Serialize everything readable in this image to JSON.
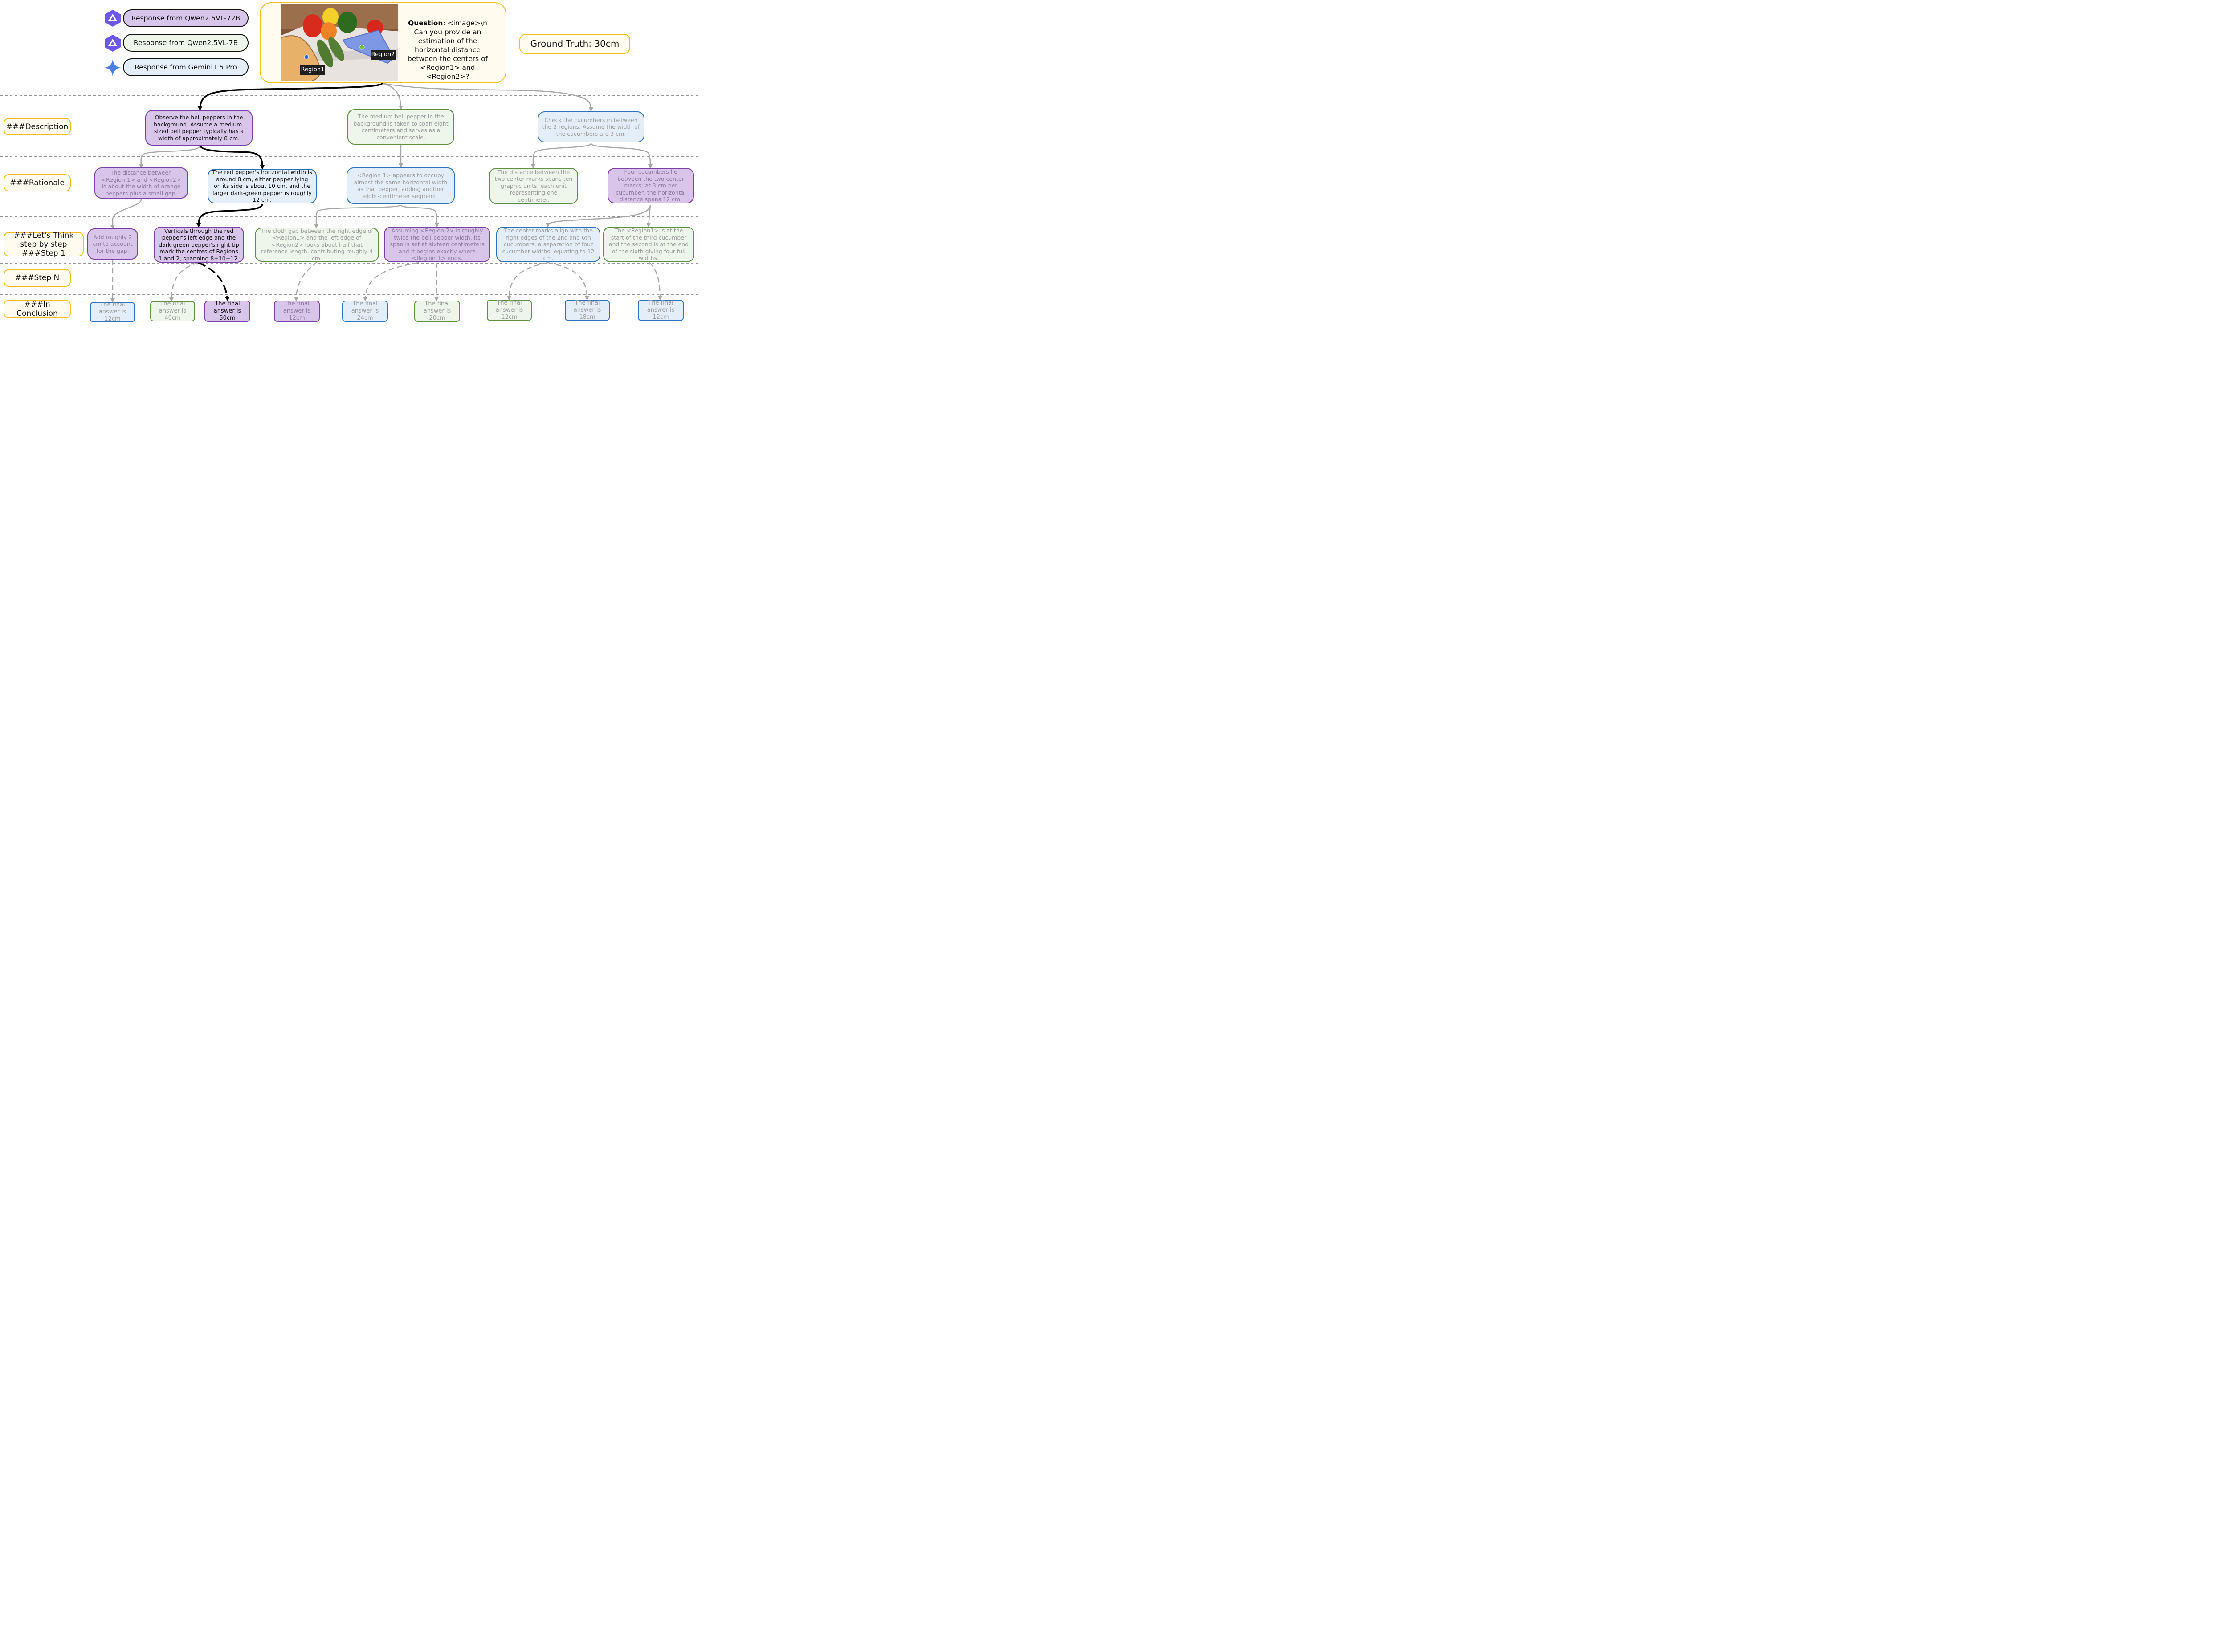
{
  "legend": [
    {
      "label": "Response from Qwen2.5VL-72B",
      "color": "purple",
      "icon": "qwen-logo-icon"
    },
    {
      "label": "Response from Qwen2.5VL-7B",
      "color": "green",
      "icon": "qwen-logo-icon"
    },
    {
      "label": "Response from Gemini1.5 Pro",
      "color": "blue",
      "icon": "gemini-star-icon"
    }
  ],
  "question": {
    "bold": "Question",
    "text": ": <image>\\n Can you provide an estimation of the horizontal distance between the centers of <Region1> and <Region2>?",
    "region1_label": "Region1",
    "region2_label": "Region2"
  },
  "ground_truth": "Ground Truth: 30cm",
  "row_labels": {
    "description": "###Description",
    "rationale": "###Rationale",
    "step1": "###Let's Think step by step ###Step 1",
    "stepn": "###Step N",
    "conclusion": "###In Conclusion"
  },
  "description": [
    {
      "text": "Observe the bell peppers in the background. Assume a medium-sized bell pepper typically has a width of approximately 8 cm.",
      "color": "purple"
    },
    {
      "text": "The medium bell pepper in the background is taken to span eight centimeters and serves as a convenient scale.",
      "color": "green"
    },
    {
      "text": "Check the cucumbers in between the 2 regions. Assume the width of the cucumbers are 3 cm.",
      "color": "blue"
    }
  ],
  "rationale": [
    {
      "text": "The distance between <Region 1> and <Region2> is about the width of orange peppers plus a small gap.",
      "color": "purple"
    },
    {
      "text": "The red pepper's horizontal width is around 8 cm, either pepper lying on its side is about 10 cm, and the larger dark-green pepper is roughly 12 cm.",
      "color": "blue"
    },
    {
      "text": "<Region 1> appears to occupy almost the same horizontal width as that pepper, adding another eight-centimeter segment.",
      "color": "blue"
    },
    {
      "text": "The distance between the two center marks spans ten graphic units, each unit representing one centimeter.",
      "color": "green"
    },
    {
      "text": "Four cucumbers lie between the two center marks; at 3 cm per cucumber, the horizontal distance spans 12 cm.",
      "color": "purple"
    }
  ],
  "step1": [
    {
      "text": "Add roughly 2 cm to account for the gap.",
      "color": "purple"
    },
    {
      "text": "Verticals through the red pepper's left edge and the dark-green pepper's right tip mark the centres of Regions 1 and 2, spanning 8+10+12.",
      "color": "purple"
    },
    {
      "text": "The cloth gap between the right edge of <Region1> and the left edge of <Region2> looks about half that reference length, contributing roughly 4 cm.",
      "color": "green"
    },
    {
      "text": "Assuming <Region 2> is roughly twice the bell-pepper width, its span is set at sixteen centimeters and it begins exactly where <Region 1> ends.",
      "color": "purple"
    },
    {
      "text": "The center marks align with the right edges of the 2nd and 6th cucumbers, a separation of four cucumber widths, equating to 12 cm.",
      "color": "blue"
    },
    {
      "text": "The <Region1> is at the start of the third cucumber and the second is at the end of the sixth giving four full widths.",
      "color": "green"
    }
  ],
  "conclusion": [
    {
      "text": "The final answer is 12cm",
      "color": "blue"
    },
    {
      "text": "The final answer is 40cm",
      "color": "green"
    },
    {
      "text": "The final answer is 30cm",
      "color": "purple"
    },
    {
      "text": "The final answer is 12cm",
      "color": "purple"
    },
    {
      "text": "The final answer is 24cm",
      "color": "blue"
    },
    {
      "text": "The final answer is 20cm",
      "color": "green"
    },
    {
      "text": "The final answer is 12cm",
      "color": "green"
    },
    {
      "text": "The final answer is 18cm",
      "color": "blue"
    },
    {
      "text": "The final answer is 12cm",
      "color": "blue"
    }
  ],
  "colors": {
    "purple": "#7b3fa8",
    "green": "#5c9142",
    "blue": "#2b72c0",
    "yellow": "#f5bd1f",
    "highlight_path": "#000000",
    "other_path": "#a6a6a6"
  }
}
